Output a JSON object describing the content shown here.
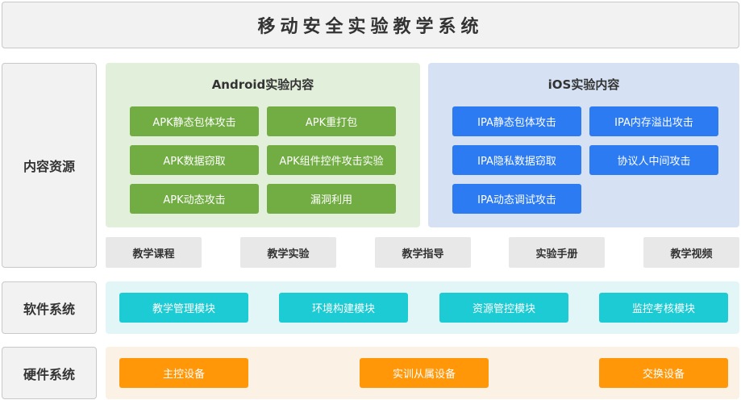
{
  "title": "移动安全实验教学系统",
  "rows": {
    "content": "内容资源",
    "software": "软件系统",
    "hardware": "硬件系统"
  },
  "android": {
    "title": "Android实验内容",
    "items": [
      "APK静态包体攻击",
      "APK重打包",
      "APK数据窃取",
      "APK组件控件攻击实验",
      "APK动态攻击",
      "漏洞利用"
    ]
  },
  "ios": {
    "title": "iOS实验内容",
    "items": [
      "IPA静态包体攻击",
      "IPA内存溢出攻击",
      "IPA隐私数据窃取",
      "协议人中间攻击",
      "IPA动态调试攻击"
    ]
  },
  "resources": [
    "教学课程",
    "教学实验",
    "教学指导",
    "实验手册",
    "教学视频"
  ],
  "software_modules": [
    "教学管理模块",
    "环境构建模块",
    "资源管控模块",
    "监控考核模块"
  ],
  "hardware_devices": [
    "主控设备",
    "实训从属设备",
    "交换设备"
  ],
  "colors": {
    "android_bg": "#e2efda",
    "android_btn": "#72ad43",
    "ios_bg": "#d6e2f3",
    "ios_btn": "#2c7bf3",
    "software_bg": "#e2f6f7",
    "software_btn": "#1ccbd3",
    "hardware_bg": "#fbf1e4",
    "hardware_btn": "#ff9709"
  }
}
